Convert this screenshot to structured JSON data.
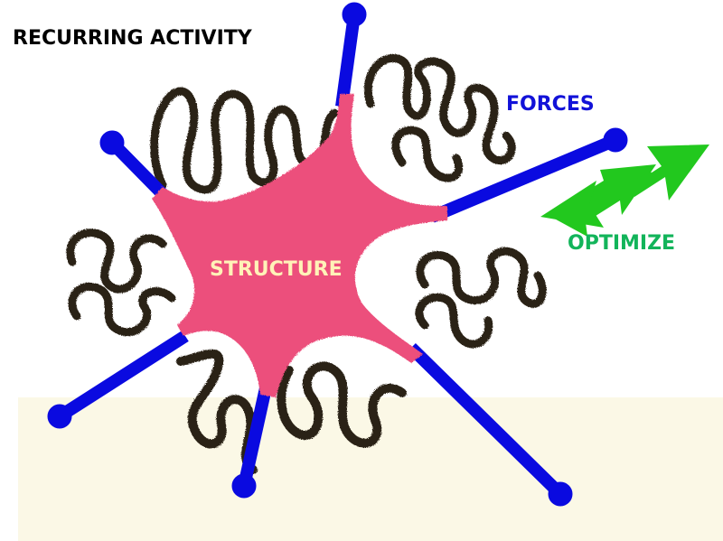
{
  "labels": {
    "title": "RECURRING ACTIVITY",
    "forces": "FORCES",
    "optimize": "OPTIMIZE",
    "structure": "STRUCTURE"
  },
  "colors": {
    "title": "#000000",
    "forces": "#1212d8",
    "optimize": "#12b45a",
    "structure": "#fff2b8",
    "structure_fill": "#ec4f7c",
    "force_arms": "#0a0ae0",
    "optimize_arrow": "#22c81e",
    "squiggle": "#2b2216"
  }
}
